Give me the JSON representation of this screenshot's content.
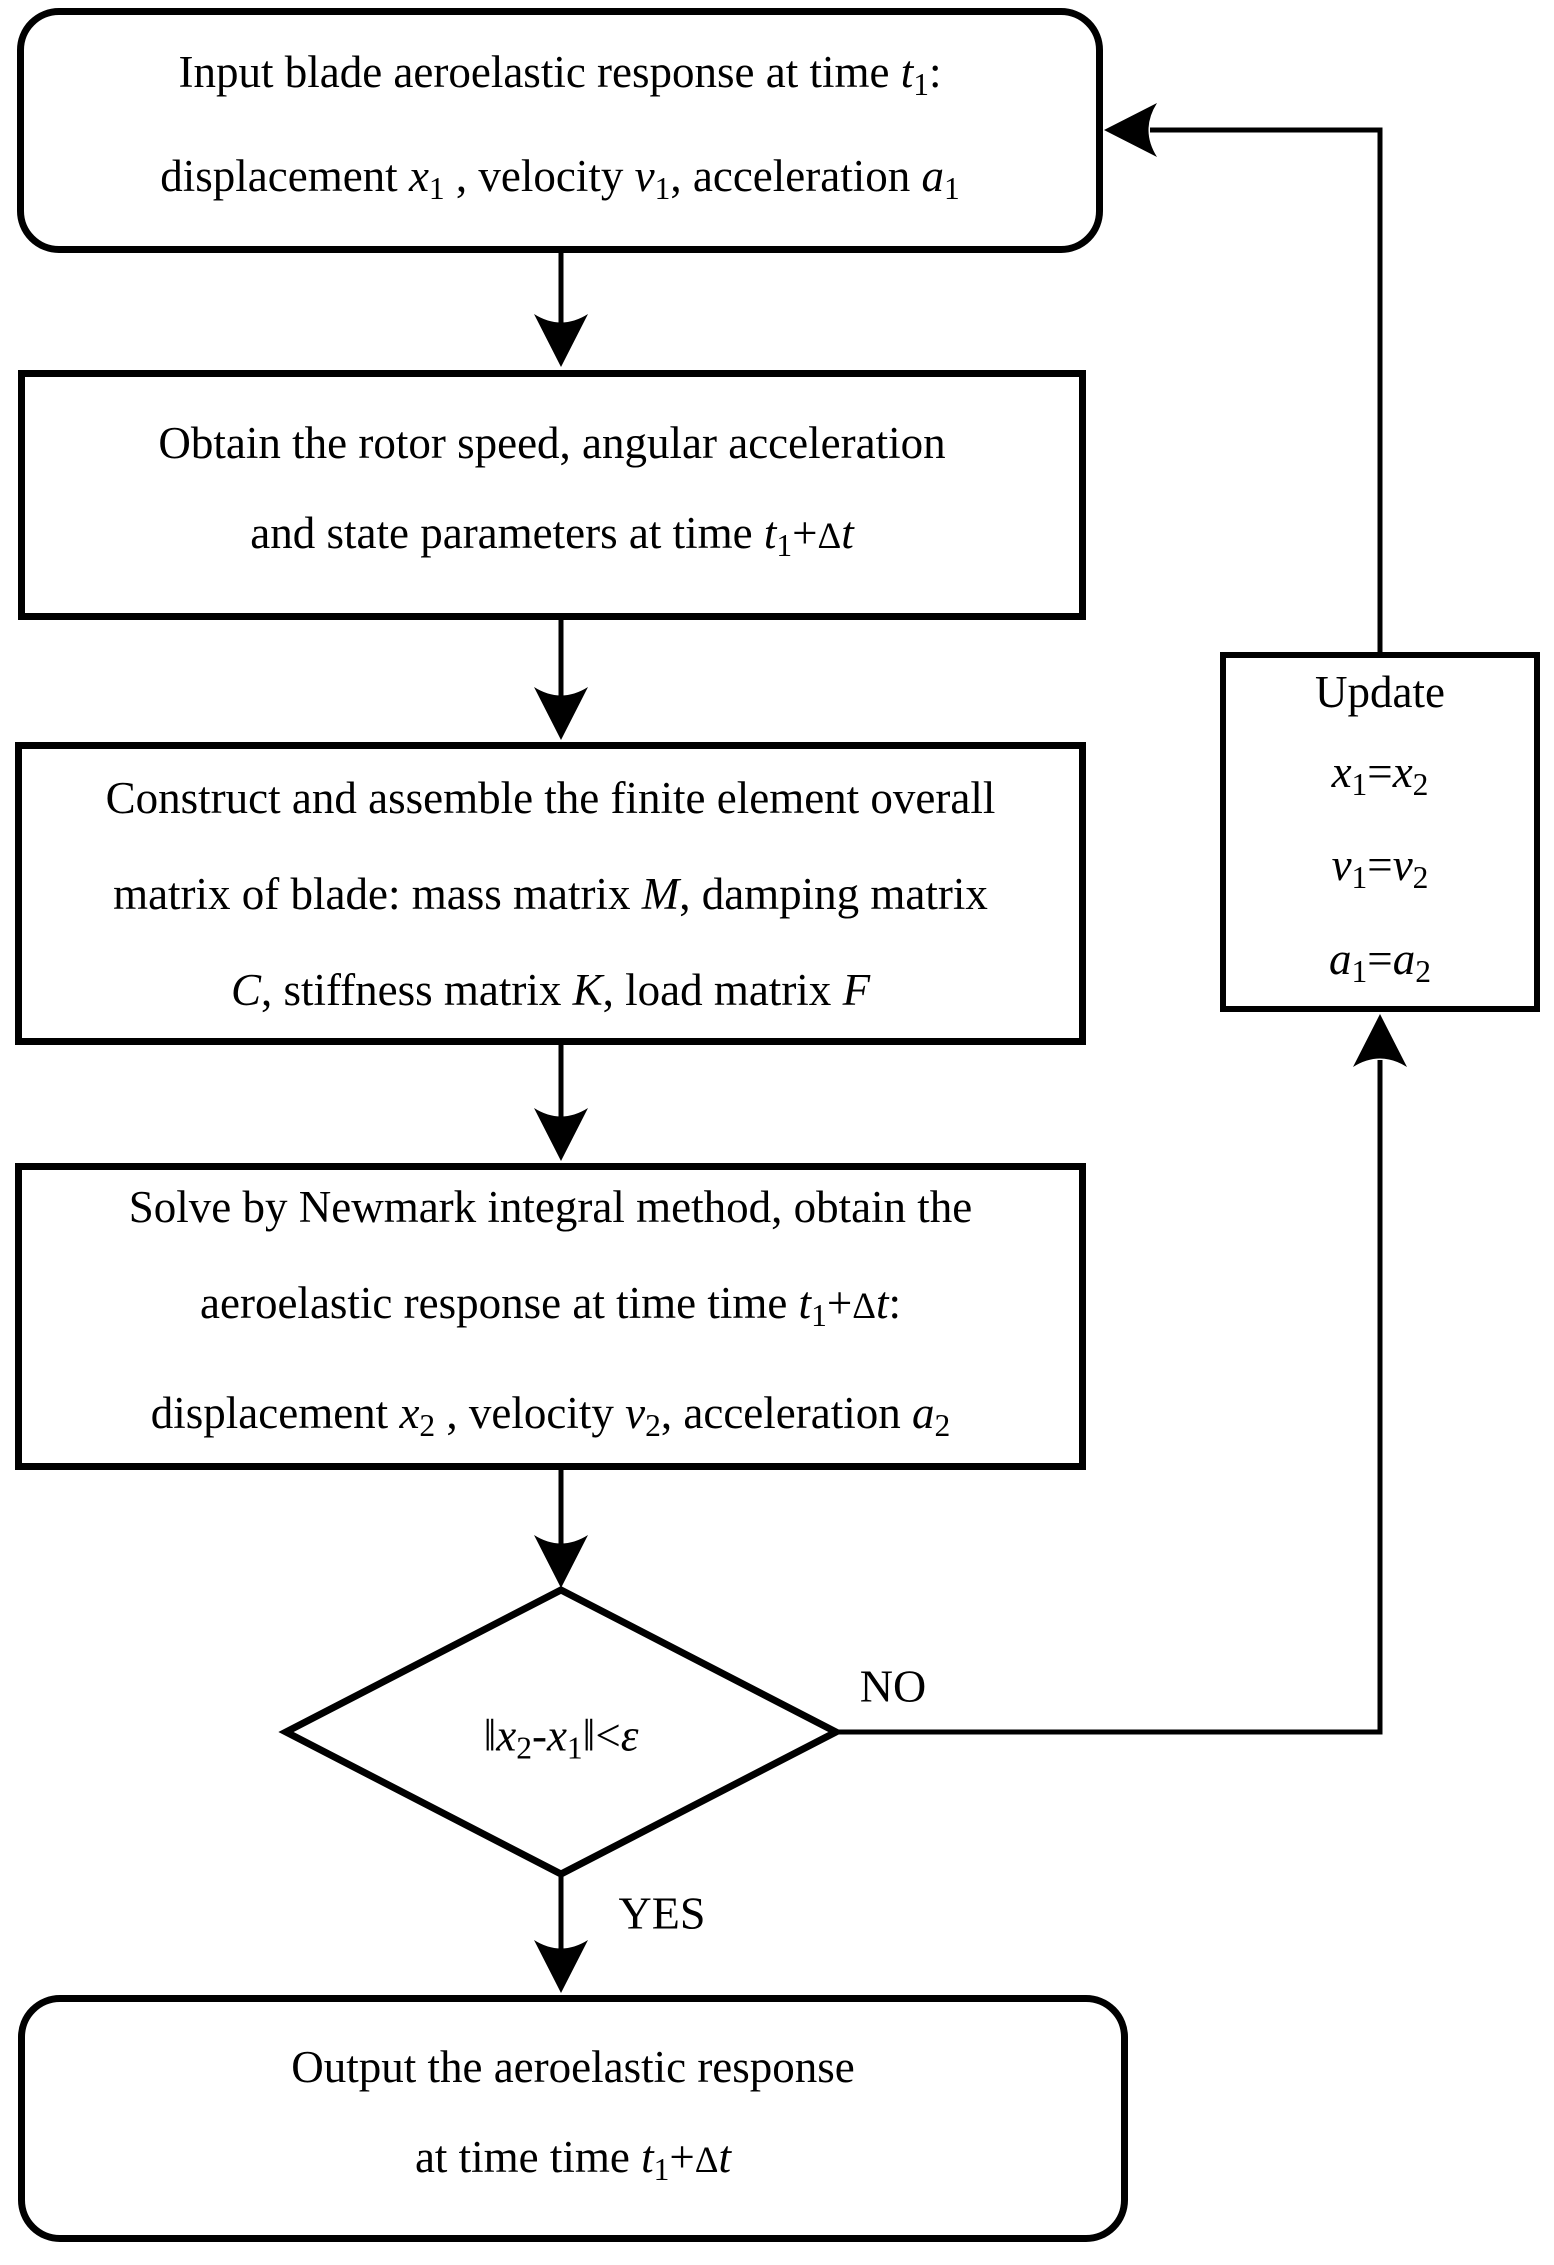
{
  "figure": {
    "type": "flowchart",
    "background": "#ffffff",
    "ink": "#000000"
  },
  "nodes": {
    "input": {
      "shape": "rounded-rect",
      "lines": [
        [
          {
            "t": "Input blade aeroelastic response at time "
          },
          {
            "t": "t",
            "i": true
          },
          {
            "t": "1",
            "sub": true
          },
          {
            "t": ":"
          }
        ],
        [
          {
            "t": "displacement "
          },
          {
            "t": "x",
            "i": true
          },
          {
            "t": "1",
            "sub": true
          },
          {
            "t": " , velocity "
          },
          {
            "t": "v",
            "i": true
          },
          {
            "t": "1",
            "sub": true
          },
          {
            "t": ", acceleration "
          },
          {
            "t": "a",
            "i": true
          },
          {
            "t": "1",
            "sub": true
          }
        ]
      ]
    },
    "obtain": {
      "shape": "rect",
      "lines": [
        [
          {
            "t": "Obtain the rotor speed, angular acceleration"
          }
        ],
        [
          {
            "t": "and state parameters at time "
          },
          {
            "t": "t",
            "i": true
          },
          {
            "t": "1",
            "sub": true
          },
          {
            "t": "+"
          },
          {
            "t": "Δ",
            "d": true
          },
          {
            "t": "t",
            "i": true
          }
        ]
      ]
    },
    "construct": {
      "shape": "rect",
      "lines": [
        [
          {
            "t": "Construct and assemble the finite element overall"
          }
        ],
        [
          {
            "t": "matrix of blade: mass matrix "
          },
          {
            "t": "M",
            "i": true
          },
          {
            "t": ", damping matrix"
          }
        ],
        [
          {
            "t": "C",
            "i": true
          },
          {
            "t": ", stiffness matrix "
          },
          {
            "t": "K",
            "i": true
          },
          {
            "t": ", load matrix "
          },
          {
            "t": "F",
            "i": true
          }
        ]
      ]
    },
    "solve": {
      "shape": "rect",
      "lines": [
        [
          {
            "t": "Solve by Newmark integral method, obtain the"
          }
        ],
        [
          {
            "t": "aeroelastic response at time time "
          },
          {
            "t": "t",
            "i": true
          },
          {
            "t": "1",
            "sub": true
          },
          {
            "t": "+"
          },
          {
            "t": "Δ",
            "d": true
          },
          {
            "t": "t",
            "i": true
          },
          {
            "t": ":"
          }
        ],
        [
          {
            "t": "displacement "
          },
          {
            "t": "x",
            "i": true
          },
          {
            "t": "2",
            "sub": true
          },
          {
            "t": " , velocity "
          },
          {
            "t": "v",
            "i": true
          },
          {
            "t": "2",
            "sub": true
          },
          {
            "t": ", acceleration "
          },
          {
            "t": "a",
            "i": true
          },
          {
            "t": "2",
            "sub": true
          }
        ]
      ]
    },
    "decision": {
      "shape": "diamond",
      "lines": [
        [
          {
            "t": "‖"
          },
          {
            "t": "x",
            "i": true
          },
          {
            "t": "2",
            "sub": true
          },
          {
            "t": "-"
          },
          {
            "t": "x",
            "i": true
          },
          {
            "t": "1",
            "sub": true
          },
          {
            "t": "‖<"
          },
          {
            "t": "ε",
            "i": true
          }
        ]
      ]
    },
    "update": {
      "shape": "rect",
      "lines": [
        [
          {
            "t": "Update"
          }
        ],
        [
          {
            "t": "x",
            "i": true
          },
          {
            "t": "1",
            "sub": true
          },
          {
            "t": "="
          },
          {
            "t": "x",
            "i": true
          },
          {
            "t": "2",
            "sub": true
          }
        ],
        [
          {
            "t": "v",
            "i": true
          },
          {
            "t": "1",
            "sub": true
          },
          {
            "t": "="
          },
          {
            "t": "v",
            "i": true
          },
          {
            "t": "2",
            "sub": true
          }
        ],
        [
          {
            "t": "a",
            "i": true
          },
          {
            "t": "1",
            "sub": true
          },
          {
            "t": "="
          },
          {
            "t": "a",
            "i": true
          },
          {
            "t": "2",
            "sub": true
          }
        ]
      ]
    },
    "output": {
      "shape": "rounded-rect",
      "lines": [
        [
          {
            "t": "Output the aeroelastic response"
          }
        ],
        [
          {
            "t": "at time time "
          },
          {
            "t": "t",
            "i": true
          },
          {
            "t": "1",
            "sub": true
          },
          {
            "t": "+"
          },
          {
            "t": "Δ",
            "d": true
          },
          {
            "t": "t",
            "i": true
          }
        ]
      ]
    }
  },
  "edge_labels": {
    "no": "NO",
    "yes": "YES"
  }
}
